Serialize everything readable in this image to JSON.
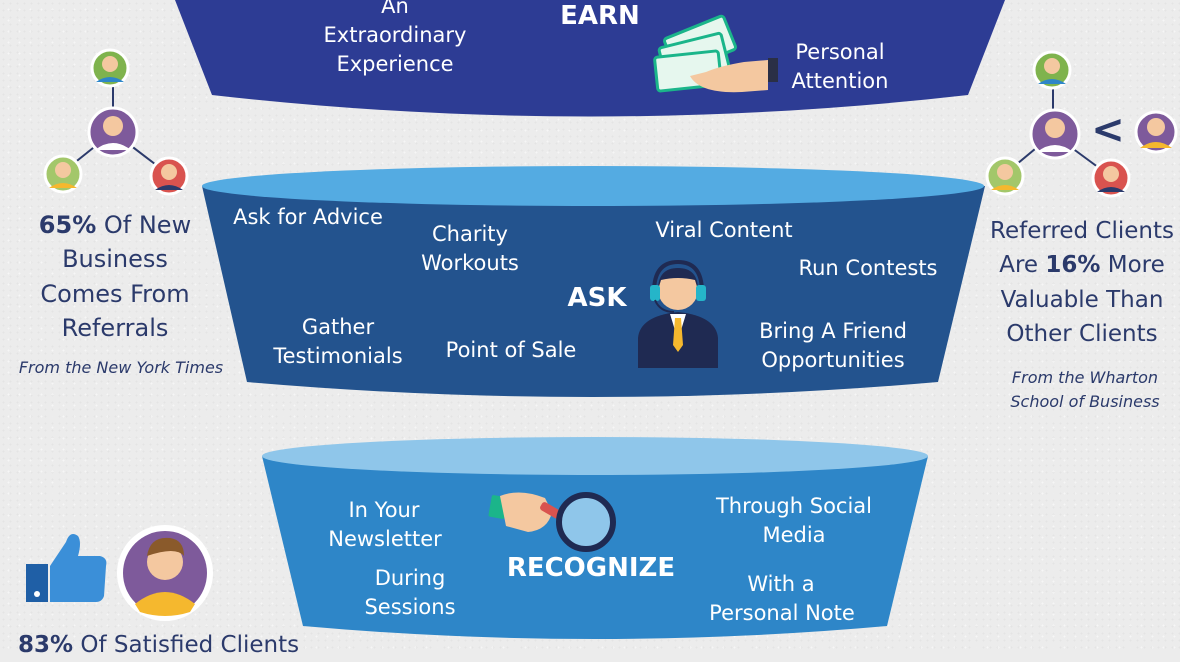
{
  "colors": {
    "earn": "#2d3c94",
    "ask_top": "#54abe2",
    "ask_body": "#23538e",
    "recognize_top": "#8fc6ea",
    "recognize_body": "#2e86c8",
    "text_dark": "#2b3a6b"
  },
  "earn": {
    "title": "EARN",
    "left_line1": "An",
    "left_line2": "Extraordinary",
    "left_line3": "Experience",
    "right_line1": "Personal",
    "right_line2": "Attention"
  },
  "ask": {
    "title": "ASK",
    "items": {
      "advice": "Ask for Advice",
      "charity1": "Charity",
      "charity2": "Workouts",
      "viral": "Viral Content",
      "contests": "Run Contests",
      "testimonials1": "Gather",
      "testimonials2": "Testimonials",
      "pos": "Point of Sale",
      "friend1": "Bring A Friend",
      "friend2": "Opportunities"
    }
  },
  "recognize": {
    "title": "RECOGNIZE",
    "items": {
      "newsletter1": "In Your",
      "newsletter2": "Newsletter",
      "sessions1": "During",
      "sessions2": "Sessions",
      "social1": "Through Social",
      "social2": "Media",
      "note1": "With a",
      "note2": "Personal Note"
    }
  },
  "left_stat": {
    "pct": "65%",
    "line1_rest": " Of New",
    "line2": "Business",
    "line3": "Comes From",
    "line4": "Referrals",
    "source": "From the New York Times"
  },
  "right_stat": {
    "line1": "Referred Clients",
    "line2_a": "Are ",
    "pct": "16%",
    "line2_b": " More",
    "line3": "Valuable Than",
    "line4": "Other Clients",
    "source1": "From the Wharton",
    "source2": "School of Business",
    "compare_symbol": "<"
  },
  "bottom_stat": {
    "pct": "83%",
    "rest": " Of Satisfied Clients"
  },
  "icons": {
    "money": "money-hand-icon",
    "agent": "headset-agent-icon",
    "magnifier": "magnifier-hand-icon",
    "thumb": "thumbs-up-icon"
  }
}
